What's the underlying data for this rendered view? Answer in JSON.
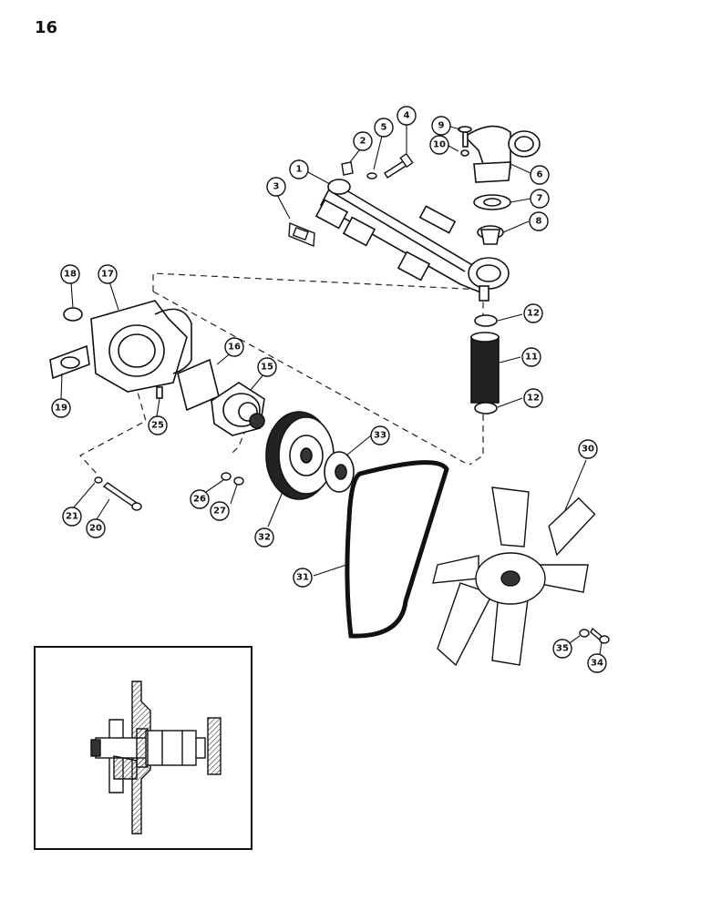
{
  "page": {
    "number": "16"
  },
  "callouts": [
    {
      "id": "callout-1",
      "label": "1"
    },
    {
      "id": "callout-2",
      "label": "2"
    },
    {
      "id": "callout-3",
      "label": "3"
    },
    {
      "id": "callout-4",
      "label": "4"
    },
    {
      "id": "callout-5",
      "label": "5"
    },
    {
      "id": "callout-6",
      "label": "6"
    },
    {
      "id": "callout-7",
      "label": "7"
    },
    {
      "id": "callout-8",
      "label": "8"
    },
    {
      "id": "callout-9",
      "label": "9"
    },
    {
      "id": "callout-10",
      "label": "10"
    },
    {
      "id": "callout-11",
      "label": "11"
    },
    {
      "id": "callout-12a",
      "label": "12"
    },
    {
      "id": "callout-12b",
      "label": "12"
    },
    {
      "id": "callout-15",
      "label": "15"
    },
    {
      "id": "callout-16",
      "label": "16"
    },
    {
      "id": "callout-17",
      "label": "17"
    },
    {
      "id": "callout-18",
      "label": "18"
    },
    {
      "id": "callout-19",
      "label": "19"
    },
    {
      "id": "callout-20",
      "label": "20"
    },
    {
      "id": "callout-21",
      "label": "21"
    },
    {
      "id": "callout-25",
      "label": "25"
    },
    {
      "id": "callout-26",
      "label": "26"
    },
    {
      "id": "callout-27",
      "label": "27"
    },
    {
      "id": "callout-30",
      "label": "30"
    },
    {
      "id": "callout-31",
      "label": "31"
    },
    {
      "id": "callout-32",
      "label": "32"
    },
    {
      "id": "callout-33",
      "label": "33"
    },
    {
      "id": "callout-34",
      "label": "34"
    },
    {
      "id": "callout-35",
      "label": "35"
    }
  ]
}
